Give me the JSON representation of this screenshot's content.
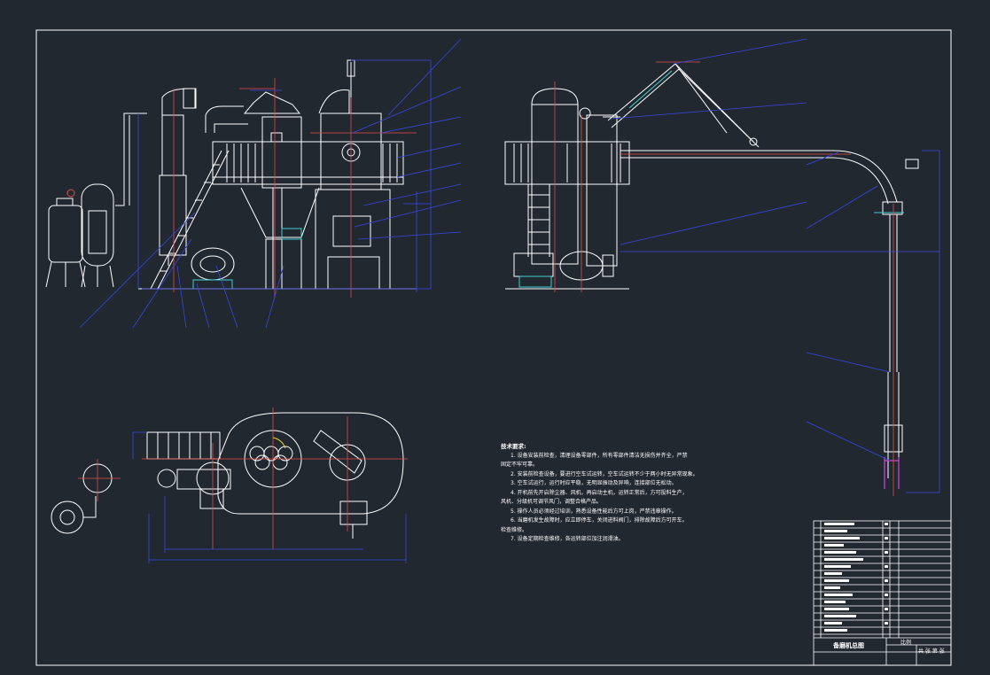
{
  "drawing": {
    "title_block": {
      "drawing_name": "备磨机总图",
      "scale_label": "比例",
      "sheet_label": "共 张 第 张"
    },
    "technical_requirements": {
      "title": "技术要求:",
      "items": [
        "1. 设备安装前检查，清理设备零部件，所有零部件清洁无损伤并齐全，严禁",
        "固定不牢可靠。",
        "2. 安装前检查设备，要进行空车试运转，空车试运转不少于两小时无异常现象。",
        "3. 空车试运行，运行时应平稳，无明显振动及异响，连接部位无松动。",
        "4. 开机前先开启除尘器、风机，再启动主机，运转正常后，方可投料生产，",
        "风机、分级机可调节风门，调整合格产品。",
        "5. 操作人员必须经过培训，熟悉设备性能后方可上岗，严禁违章操作。",
        "6. 当磨机发生故障时，应立即停车，关闭进料阀门，排除故障后方可开车。",
        "检查维修。",
        "7. 设备定期检查维修，各运转部位加注润滑油。"
      ]
    }
  }
}
